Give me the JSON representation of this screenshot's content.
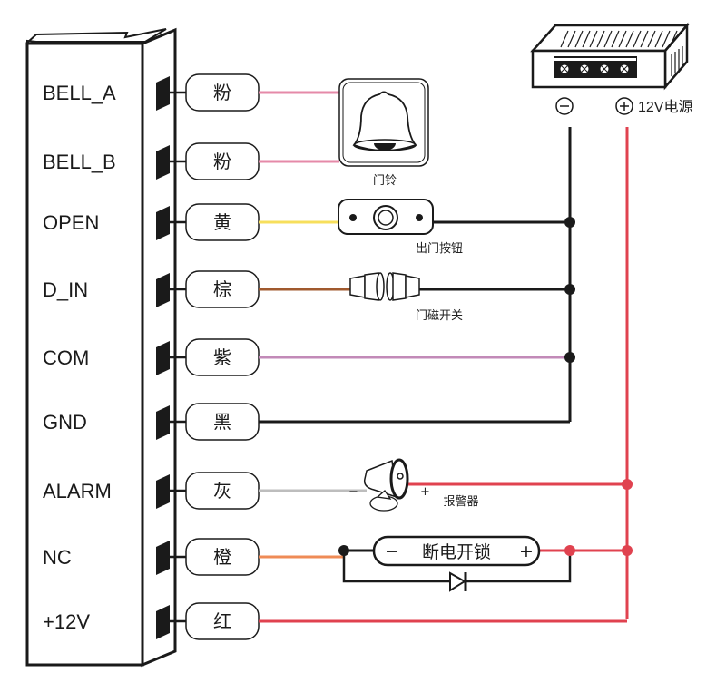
{
  "controller": {
    "terminals": [
      {
        "name": "BELL_A",
        "wire_label": "粉",
        "wire_color": "#e58aa8"
      },
      {
        "name": "BELL_B",
        "wire_label": "粉",
        "wire_color": "#e58aa8"
      },
      {
        "name": "OPEN",
        "wire_label": "黄",
        "wire_color": "#f7df5c"
      },
      {
        "name": "D_IN",
        "wire_label": "棕",
        "wire_color": "#a0592e"
      },
      {
        "name": "COM",
        "wire_label": "紫",
        "wire_color": "#c28ab8"
      },
      {
        "name": "GND",
        "wire_label": "黑",
        "wire_color": "#1a1a1a"
      },
      {
        "name": "ALARM",
        "wire_label": "灰",
        "wire_color": "#bdbdbd"
      },
      {
        "name": "NC",
        "wire_label": "橙",
        "wire_color": "#ef8b56"
      },
      {
        "name": "+12V",
        "wire_label": "红",
        "wire_color": "#e0424f"
      }
    ]
  },
  "power_supply": {
    "negative_symbol": "−",
    "positive_symbol": "+",
    "label": "12V电源"
  },
  "devices": {
    "doorbell": {
      "caption": "门铃"
    },
    "exit_button": {
      "caption": "出门按钮"
    },
    "door_sensor": {
      "caption": "门磁开关"
    },
    "alarm": {
      "caption": "报警器",
      "minus": "−",
      "plus": "+"
    },
    "lock": {
      "text": "断电开锁",
      "minus": "−",
      "plus": "+"
    }
  },
  "colors": {
    "line": "#1a1a1a",
    "positive": "#e0424f",
    "negative": "#1a1a1a"
  }
}
